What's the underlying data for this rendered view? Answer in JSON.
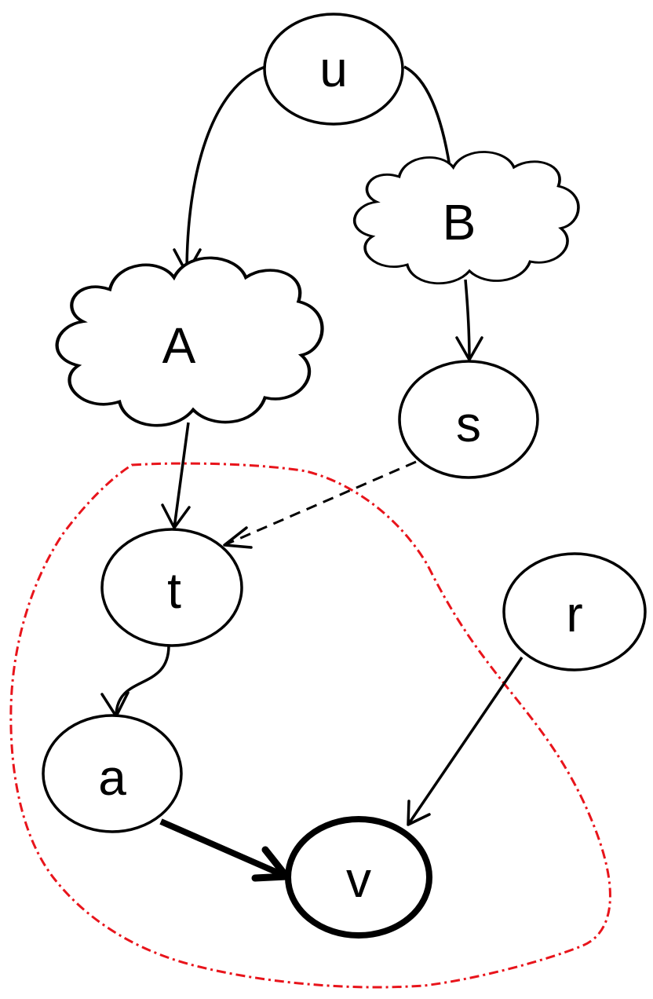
{
  "diagram": {
    "nodes": [
      {
        "id": "u",
        "label": "u",
        "shape": "ellipse"
      },
      {
        "id": "A",
        "label": "A",
        "shape": "cloud"
      },
      {
        "id": "B",
        "label": "B",
        "shape": "cloud"
      },
      {
        "id": "s",
        "label": "s",
        "shape": "ellipse"
      },
      {
        "id": "t",
        "label": "t",
        "shape": "ellipse"
      },
      {
        "id": "r",
        "label": "r",
        "shape": "ellipse"
      },
      {
        "id": "a",
        "label": "a",
        "shape": "ellipse"
      },
      {
        "id": "v",
        "label": "v",
        "shape": "ellipse",
        "emphasis": "bold"
      }
    ],
    "edges": [
      {
        "from": "u",
        "to": "A",
        "style": "solid"
      },
      {
        "from": "u",
        "to": "B",
        "style": "solid"
      },
      {
        "from": "B",
        "to": "s",
        "style": "solid"
      },
      {
        "from": "A",
        "to": "t",
        "style": "solid"
      },
      {
        "from": "s",
        "to": "t",
        "style": "dashed"
      },
      {
        "from": "t",
        "to": "a",
        "style": "solid"
      },
      {
        "from": "a",
        "to": "v",
        "style": "bold"
      },
      {
        "from": "r",
        "to": "v",
        "style": "solid"
      }
    ],
    "region": {
      "encloses": [
        "t",
        "a",
        "v"
      ],
      "style": "dash-dot",
      "color": "#e8141b"
    }
  }
}
